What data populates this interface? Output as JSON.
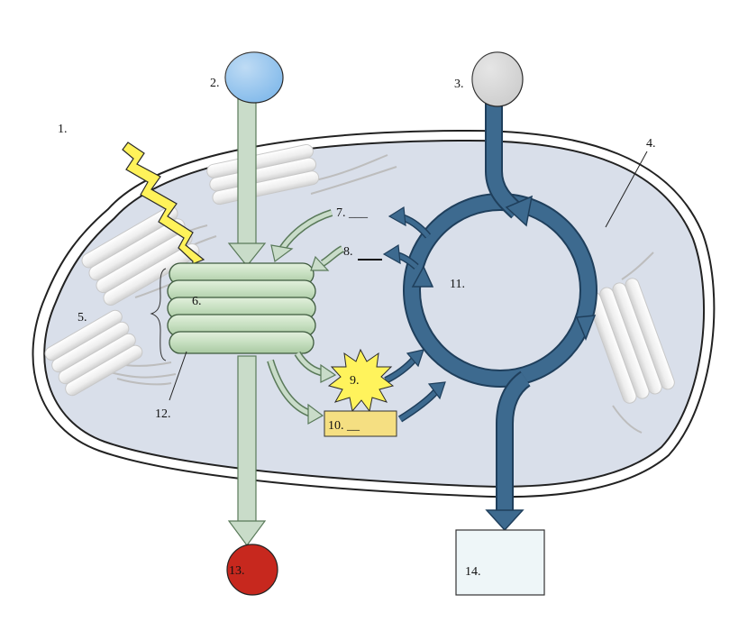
{
  "labels": {
    "l1": "1.",
    "l2": "2.",
    "l3": "3.",
    "l4": "4.",
    "l5": "5.",
    "l6": "6.",
    "l7": "7. ___",
    "l8": "8.",
    "l9": "9.",
    "l10": "10. __",
    "l11": "11.",
    "l12": "12.",
    "l13": "13.",
    "l14": "14."
  },
  "colors": {
    "stroma": "#d9dfea",
    "light_reaction_arrow": "#c9dcc9",
    "light_reaction_stroke": "#5a7a5a",
    "calvin_cycle": "#3d6a8f",
    "calvin_stroke": "#1f3f5c",
    "grana": "#c6dfc0",
    "input_2": "#7fb8ea",
    "input_3": "#cccccc",
    "output_13": "#c7281e",
    "burst_9": "#fff35c",
    "box_10": "#f5df82",
    "box_14": "#eef6f8",
    "lightning": "#fff25a"
  }
}
